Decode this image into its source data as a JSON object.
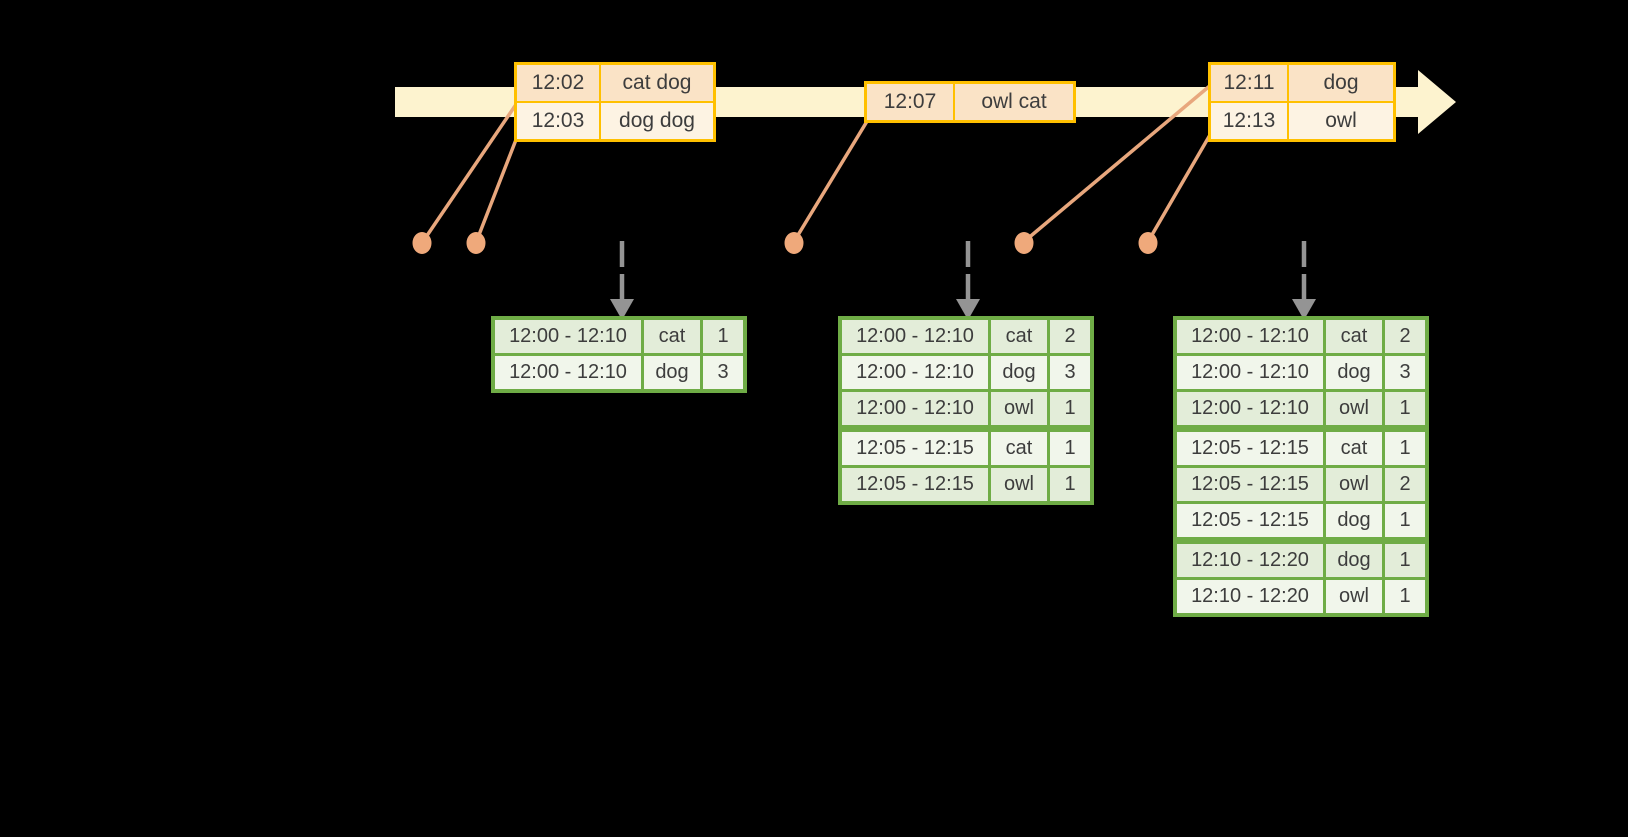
{
  "colors": {
    "bg": "#000000",
    "text": "#3d3d3d",
    "band": "#fdf3cf",
    "accent_gold": "#ffc000",
    "peach_dark": "#fae3c6",
    "peach_light": "#fdf3e3",
    "salmon_line": "#e8a77d",
    "salmon_dot": "#efa97b",
    "gray_arrow": "#949494",
    "green_border": "#6fac46",
    "green_dark": "#e3edd9",
    "green_light": "#f1f6eb"
  },
  "event_boxes": [
    {
      "rows": [
        {
          "time": "12:02",
          "words": "cat dog"
        },
        {
          "time": "12:03",
          "words": "dog dog"
        }
      ]
    },
    {
      "rows": [
        {
          "time": "12:07",
          "words": "owl cat"
        }
      ]
    },
    {
      "rows": [
        {
          "time": "12:11",
          "words": "dog"
        },
        {
          "time": "12:13",
          "words": "owl"
        }
      ]
    }
  ],
  "result_tables": [
    {
      "rows": [
        {
          "window": "12:00 - 12:10",
          "word": "cat",
          "count": "1",
          "group": 0
        },
        {
          "window": "12:00 - 12:10",
          "word": "dog",
          "count": "3",
          "group": 0
        }
      ]
    },
    {
      "rows": [
        {
          "window": "12:00 - 12:10",
          "word": "cat",
          "count": "2",
          "group": 0
        },
        {
          "window": "12:00 - 12:10",
          "word": "dog",
          "count": "3",
          "group": 0
        },
        {
          "window": "12:00 - 12:10",
          "word": "owl",
          "count": "1",
          "group": 0
        },
        {
          "window": "12:05 - 12:15",
          "word": "cat",
          "count": "1",
          "group": 1
        },
        {
          "window": "12:05 - 12:15",
          "word": "owl",
          "count": "1",
          "group": 1
        }
      ]
    },
    {
      "rows": [
        {
          "window": "12:00 - 12:10",
          "word": "cat",
          "count": "2",
          "group": 0
        },
        {
          "window": "12:00 - 12:10",
          "word": "dog",
          "count": "3",
          "group": 0
        },
        {
          "window": "12:00 - 12:10",
          "word": "owl",
          "count": "1",
          "group": 0
        },
        {
          "window": "12:05 - 12:15",
          "word": "cat",
          "count": "1",
          "group": 1
        },
        {
          "window": "12:05 - 12:15",
          "word": "owl",
          "count": "2",
          "group": 1
        },
        {
          "window": "12:05 - 12:15",
          "word": "dog",
          "count": "1",
          "group": 1
        },
        {
          "window": "12:10 - 12:20",
          "word": "dog",
          "count": "1",
          "group": 2
        },
        {
          "window": "12:10 - 12:20",
          "word": "owl",
          "count": "1",
          "group": 2
        }
      ]
    }
  ]
}
